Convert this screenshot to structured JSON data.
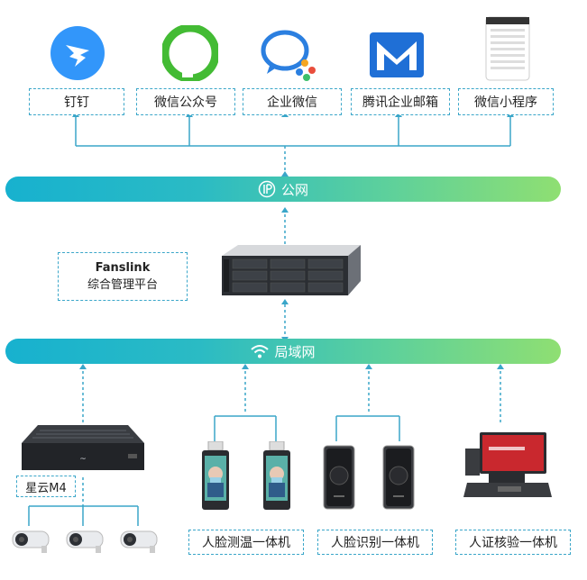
{
  "top_apps": [
    {
      "label": "钉钉",
      "icon": "dingtalk-icon",
      "color": "#3296fa"
    },
    {
      "label": "微信公众号",
      "icon": "wechat-official-account-icon",
      "color": "#43bb34"
    },
    {
      "label": "企业微信",
      "icon": "wecom-icon",
      "color": "#2b7fe0"
    },
    {
      "label": "腾讯企业邮箱",
      "icon": "tencent-exmail-icon",
      "color": "#1f6fd6"
    },
    {
      "label": "微信小程序",
      "icon": "wechat-miniprogram-icon",
      "color": "#888888"
    }
  ],
  "public_network": {
    "label": "公网",
    "icon": "ip-icon"
  },
  "platform": {
    "line1": "Fanslink",
    "line2": "综合管理平台"
  },
  "lan": {
    "label": "局域网",
    "icon": "wifi-icon"
  },
  "devices": {
    "m4": "星云M4",
    "face_temp": "人脸测温一体机",
    "face_recog": "人脸识别一体机",
    "id_verify": "人证核验一体机"
  },
  "colors": {
    "bar_start": "#17b1cf",
    "bar_end": "#8fdf72",
    "line": "#3aa6c9"
  }
}
